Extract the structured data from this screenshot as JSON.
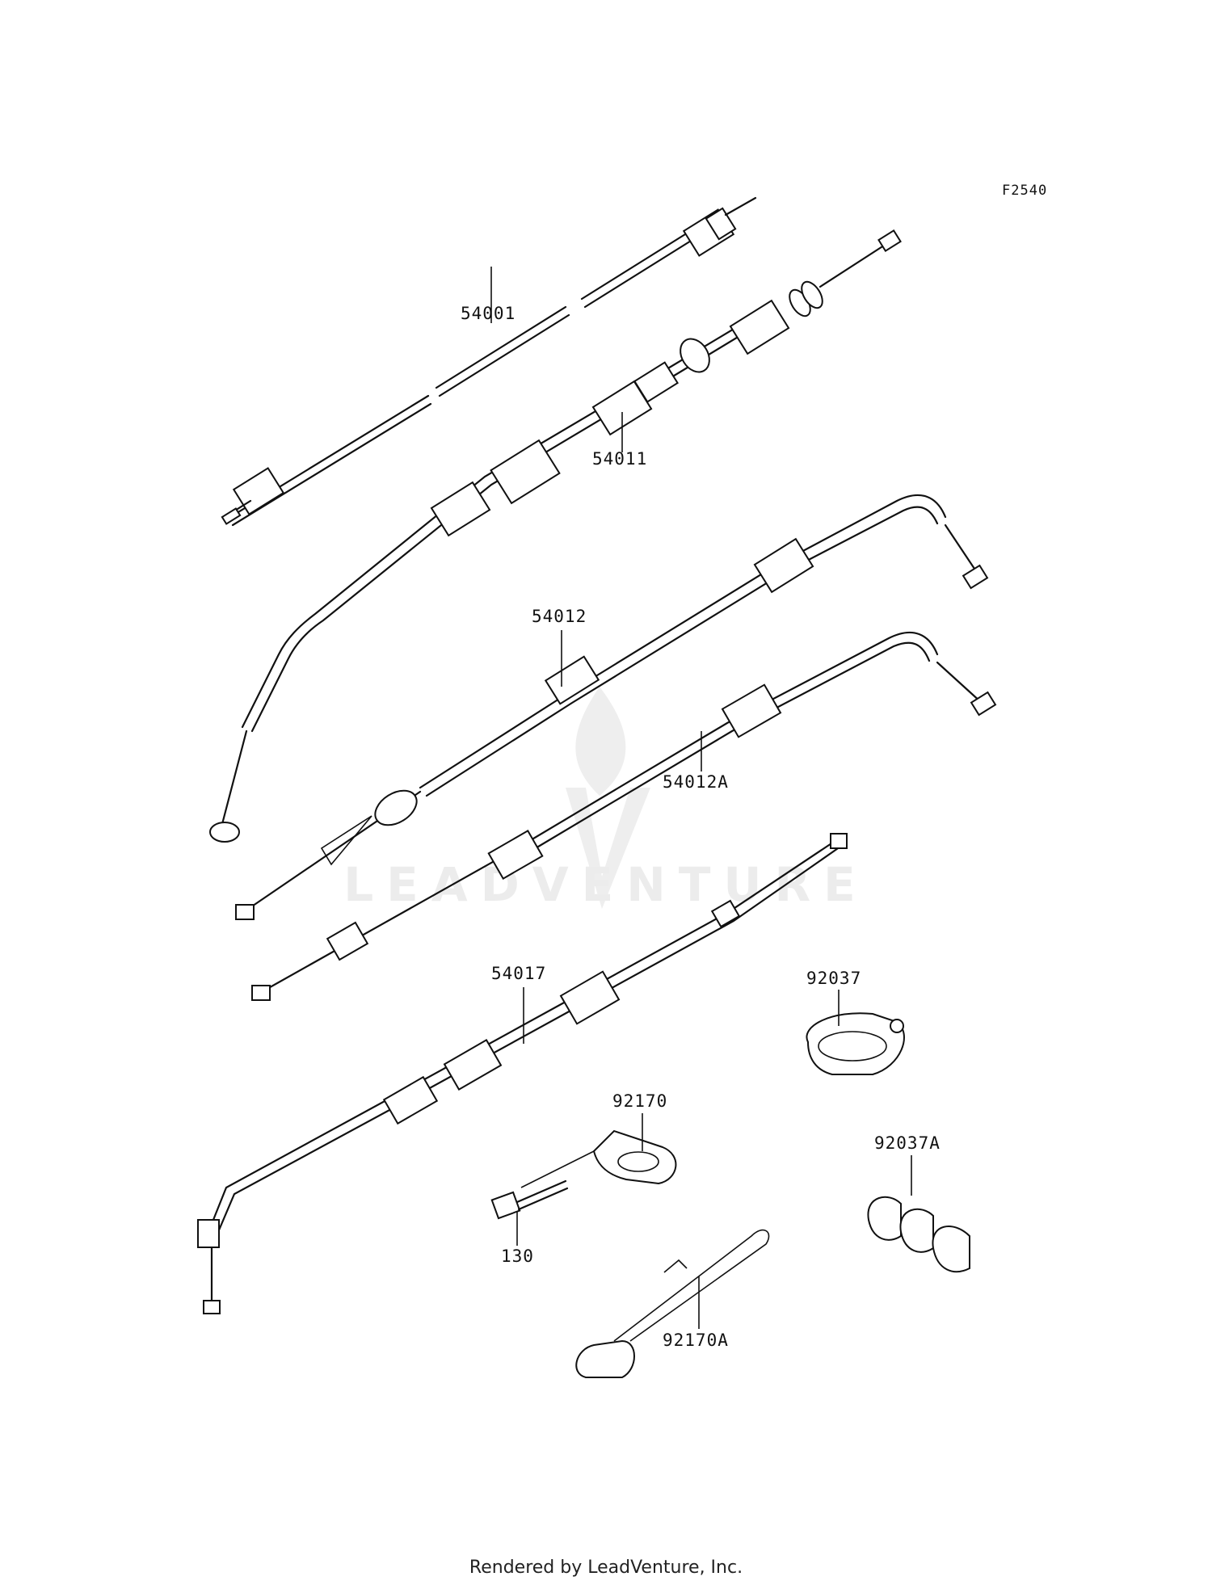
{
  "figure_code": "F2540",
  "parts": [
    {
      "id": "54001",
      "label": "54001"
    },
    {
      "id": "54011",
      "label": "54011"
    },
    {
      "id": "54012",
      "label": "54012"
    },
    {
      "id": "54012A",
      "label": "54012A"
    },
    {
      "id": "54017",
      "label": "54017"
    },
    {
      "id": "92037",
      "label": "92037"
    },
    {
      "id": "92037A",
      "label": "92037A"
    },
    {
      "id": "92170",
      "label": "92170"
    },
    {
      "id": "130",
      "label": "130"
    },
    {
      "id": "92170A",
      "label": "92170A"
    }
  ],
  "watermark": {
    "text": "LEADVENTURE"
  },
  "footer": {
    "text": "Rendered by LeadVenture, Inc."
  },
  "colors": {
    "line": "#111111",
    "watermark": "#ececec",
    "background": "#ffffff"
  }
}
